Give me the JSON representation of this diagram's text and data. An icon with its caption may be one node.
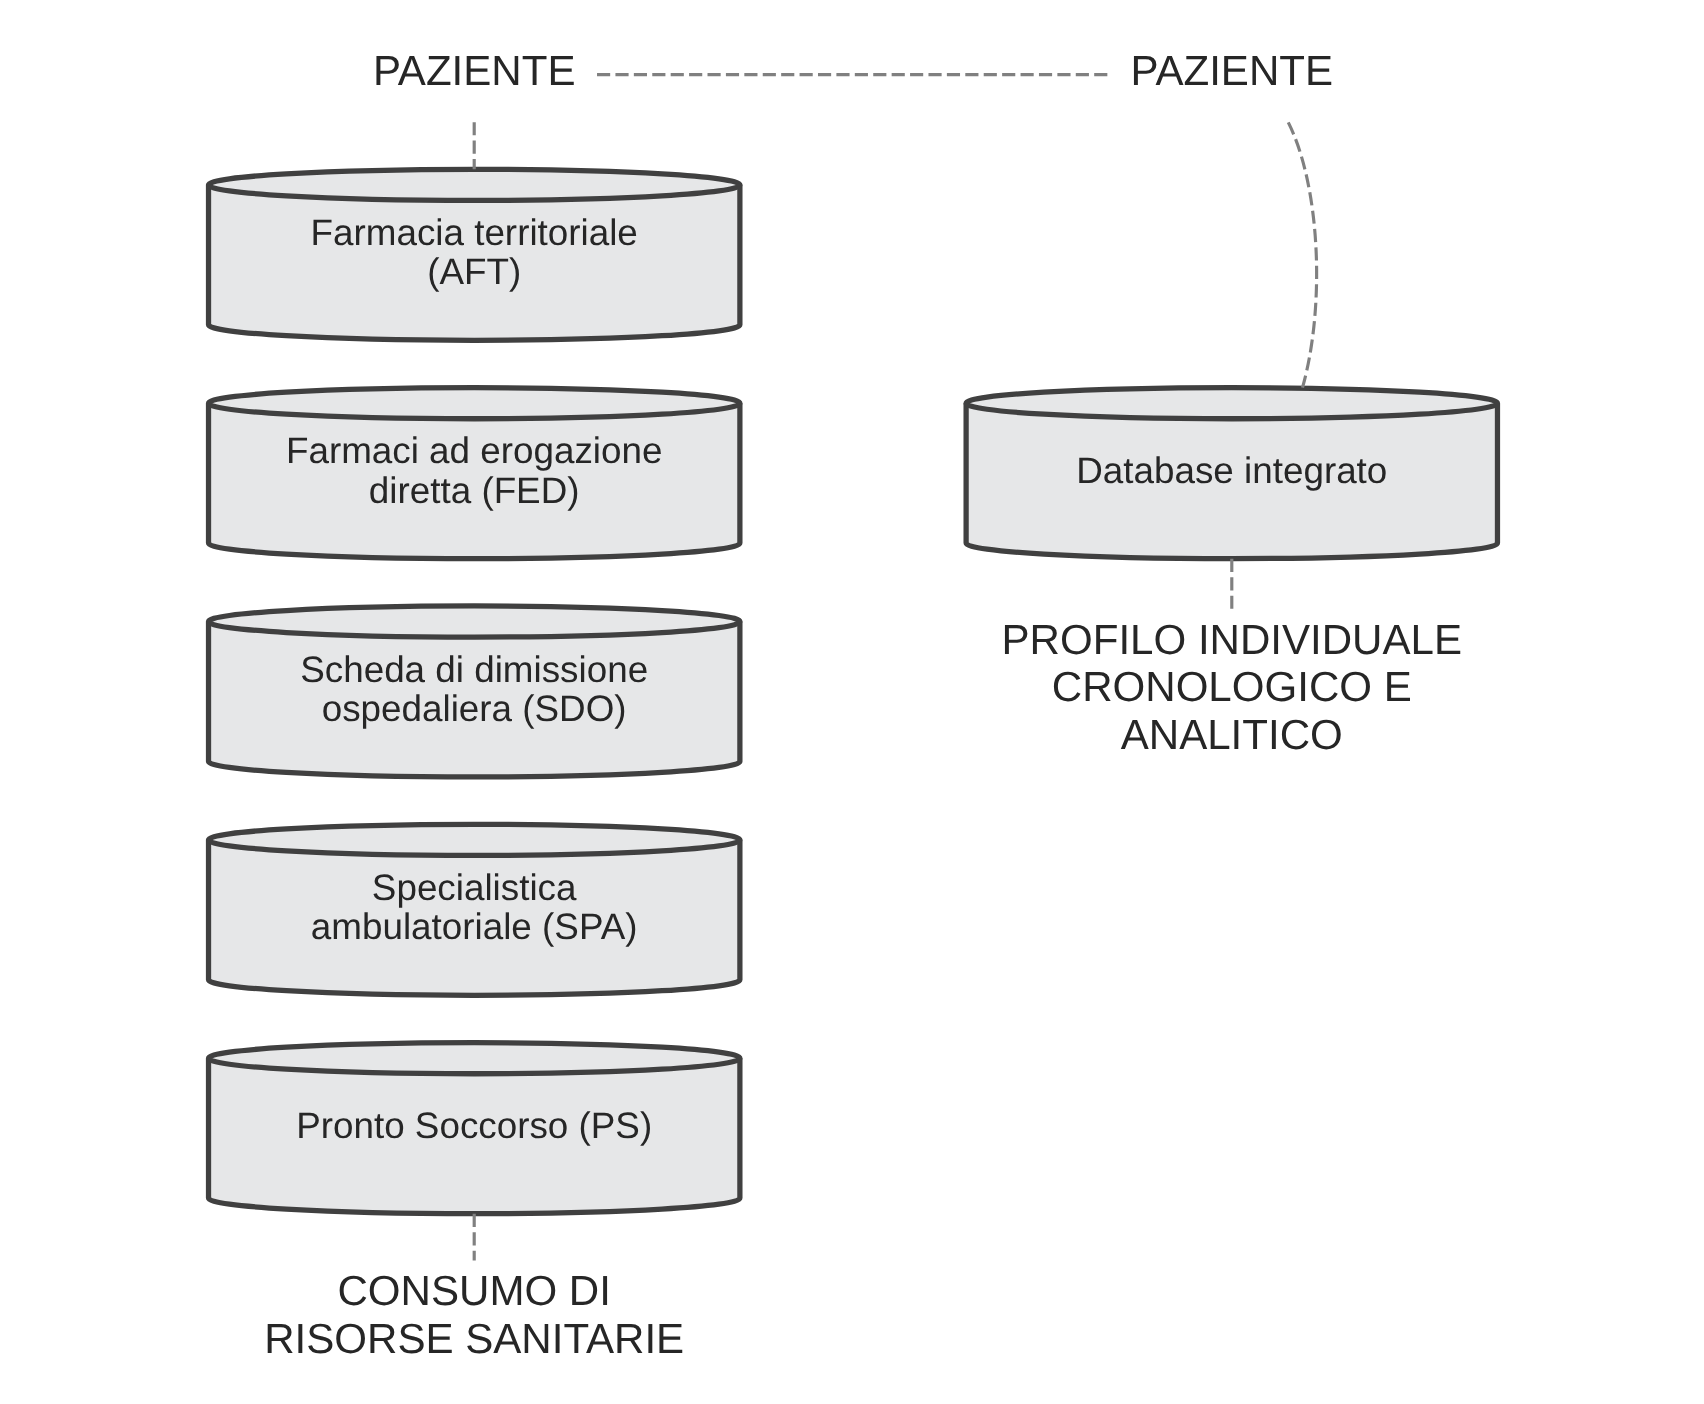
{
  "diagram": {
    "nodes": [
      {
        "text": [
          "PAZIENTE"
        ]
      },
      {
        "text": [
          "PAZIENTE"
        ]
      },
      {
        "text": [
          "Farmacia territoriale (AFT)"
        ]
      },
      {
        "text": [
          "Farmaci ad erogazione diretta (FED)"
        ]
      },
      {
        "text": [
          "Scheda di dimissione ospedaliera (SDO)"
        ]
      },
      {
        "text": [
          "Specialistica ambulatoriale (SPA)"
        ]
      },
      {
        "text": [
          "Pronto Soccorso (PS)"
        ]
      },
      {
        "text": [
          "Database integrato"
        ]
      },
      {
        "text": [
          "CONSUMO DI RISORSE SANITARIE"
        ]
      },
      {
        "text": [
          "PROFILO INDIVIDUALE CRONOLOGICO E ANALITICO"
        ]
      }
    ],
    "edges": [
      {
        "from": 0,
        "to": 1,
        "arrow": "none",
        "style": "dashed"
      },
      {
        "from": 0,
        "to": 2,
        "arrow": "none",
        "style": "dashed"
      },
      {
        "from": 1,
        "to": 7,
        "arrow": "none",
        "style": "dashed"
      },
      {
        "from": 6,
        "to": 8,
        "arrow": "none",
        "style": "dashed"
      },
      {
        "from": 7,
        "to": 9,
        "arrow": "none",
        "style": "dashed"
      }
    ]
  }
}
